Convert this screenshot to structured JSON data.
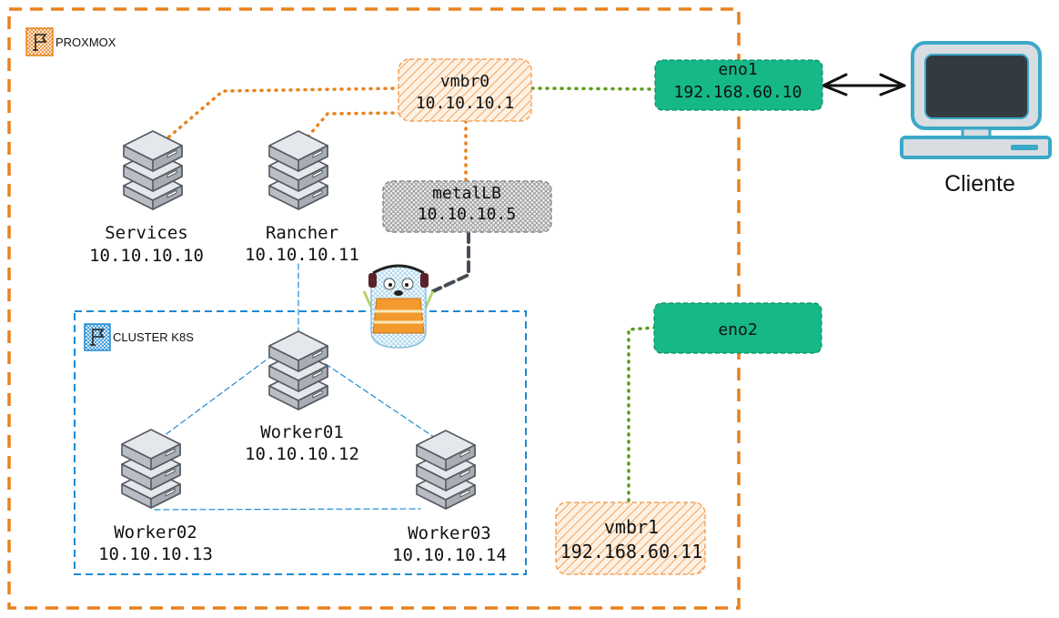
{
  "colors": {
    "proxmox_border": "#e8821e",
    "cluster_border": "#1f8ad4",
    "orange_link": "#e8821e",
    "green_link": "#5e9b1a",
    "bridge_fill": "#f3a35c",
    "nic_fill": "#15b886",
    "metallb_fill": "#9a9a9a",
    "monitor_frame": "#3aa8c8",
    "monitor_screen": "#343a42",
    "server_fill": "#d9dde3",
    "server_stroke": "#555a60"
  },
  "containers": {
    "proxmox": {
      "label": "PROXMOX",
      "icon": "flag-icon"
    },
    "cluster": {
      "label": "CLUSTER K8S",
      "icon": "flag-icon"
    }
  },
  "bridges": {
    "vmbr0": {
      "name": "vmbr0",
      "ip": "10.10.10.1"
    },
    "vmbr1": {
      "name": "vmbr1",
      "ip": "192.168.60.11"
    }
  },
  "interfaces": {
    "eno1": {
      "name": "eno1",
      "ip": "192.168.60.10"
    },
    "eno2": {
      "name": "eno2"
    }
  },
  "metallb": {
    "name": "metalLB",
    "ip": "10.10.10.5"
  },
  "client": {
    "label": "Cliente",
    "icon": "desktop-computer-icon"
  },
  "mascot": {
    "icon": "gopher-mascot-icon"
  },
  "servers": [
    {
      "id": "services",
      "name": "Services",
      "ip": "10.10.10.10",
      "icon": "server-stack-icon"
    },
    {
      "id": "rancher",
      "name": "Rancher",
      "ip": "10.10.10.11",
      "icon": "server-stack-icon"
    },
    {
      "id": "worker01",
      "name": "Worker01",
      "ip": "10.10.10.12",
      "icon": "server-stack-icon"
    },
    {
      "id": "worker02",
      "name": "Worker02",
      "ip": "10.10.10.13",
      "icon": "server-stack-icon"
    },
    {
      "id": "worker03",
      "name": "Worker03",
      "ip": "10.10.10.14",
      "icon": "server-stack-icon"
    }
  ]
}
